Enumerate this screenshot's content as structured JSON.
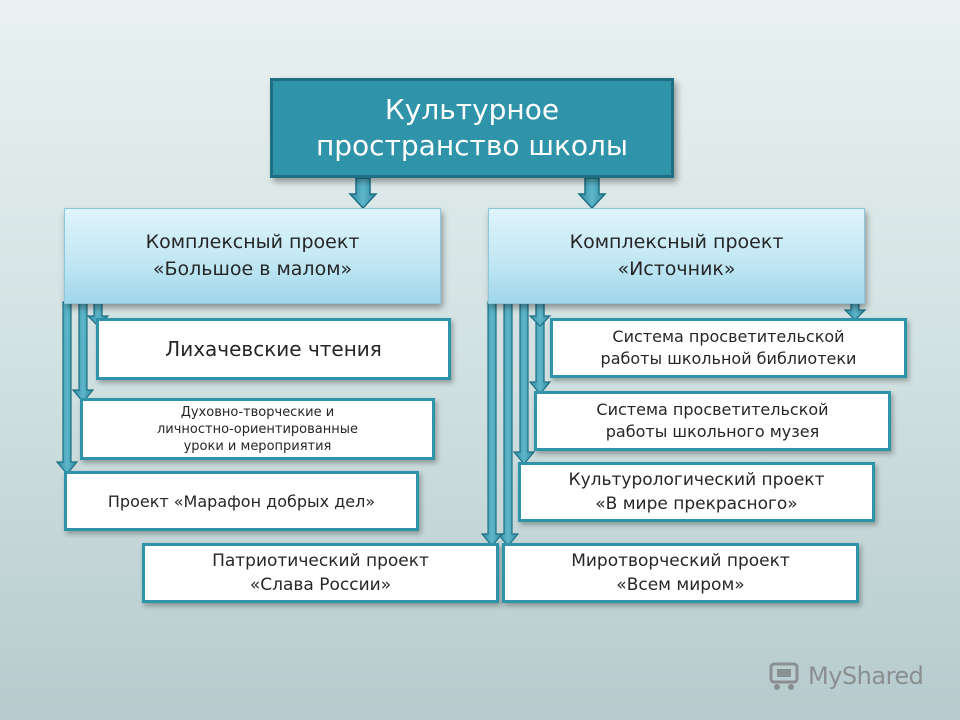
{
  "root": {
    "label": "Культурное\nпространство школы"
  },
  "projects": [
    {
      "label": "Комплексный проект\n«Большое в малом»"
    },
    {
      "label": "Комплексный проект\n«Источник»"
    }
  ],
  "left_items": [
    {
      "label": "Лихачевские чтения"
    },
    {
      "label": "Духовно-творческие и\nличностно-ориентированные\nуроки и мероприятия"
    },
    {
      "label": "Проект «Марафон добрых дел»"
    }
  ],
  "right_items": [
    {
      "label": "Система просветительской\nработы школьной библиотеки"
    },
    {
      "label": "Система просветительской\nработы школьного музея"
    },
    {
      "label": "Культурологический проект\n«В мире прекрасного»"
    }
  ],
  "bottom_items": [
    {
      "label": "Патриотический проект\n«Слава России»"
    },
    {
      "label": "Миротворческий проект\n«Всем миром»"
    }
  ],
  "watermark": {
    "text": "MyShared"
  },
  "colors": {
    "accent": "#2f93aa",
    "arrow_fill": "#3b9cb3",
    "arrow_stroke": "#1f6f83"
  }
}
